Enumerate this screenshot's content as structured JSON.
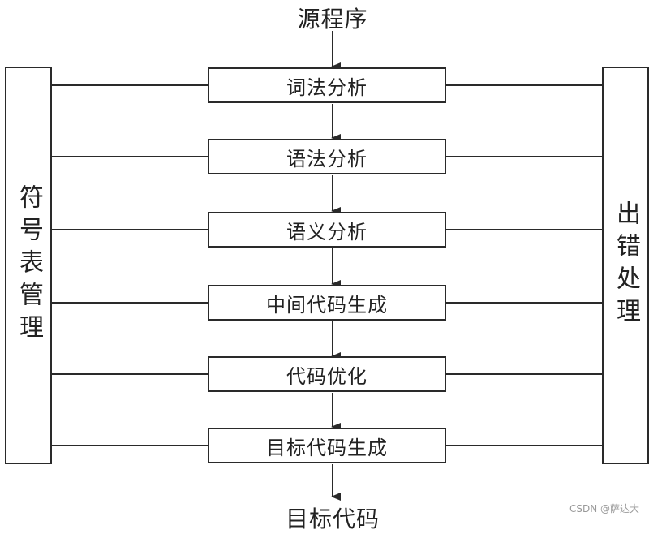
{
  "diagram": {
    "source_label": "源程序",
    "target_label": "目标代码",
    "stages": [
      "词法分析",
      "语法分析",
      "语义分析",
      "中间代码生成",
      "代码优化",
      "目标代码生成"
    ],
    "left_box_label": "符号表管理",
    "right_box_label": "出错处理"
  },
  "watermark": "CSDN @萨达大",
  "colors": {
    "line": "#2a2a2a",
    "background": "#ffffff"
  }
}
